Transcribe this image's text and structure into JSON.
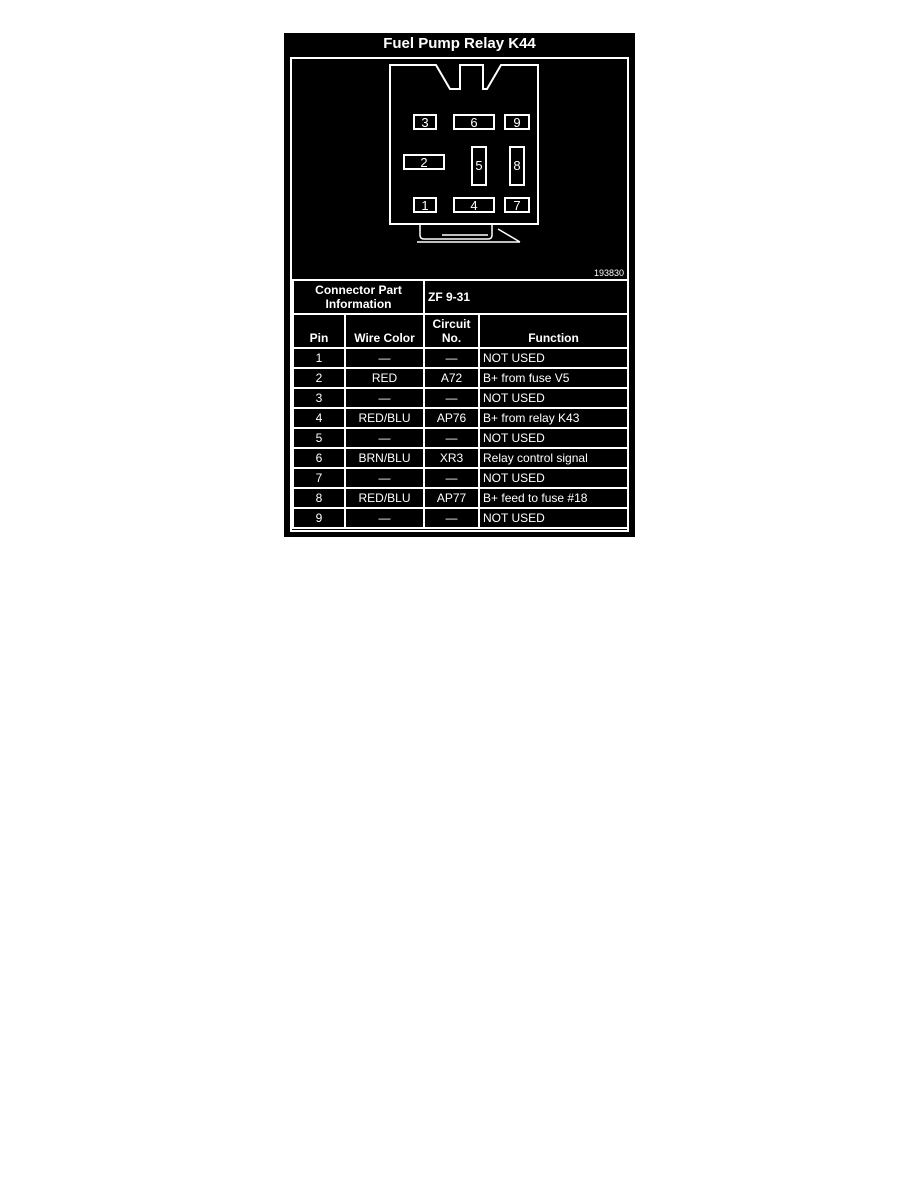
{
  "figure": {
    "title": "Fuel Pump Relay K44",
    "figure_id": "193830",
    "background_color": "#000000",
    "line_color": "#ffffff"
  },
  "connector": {
    "pins": [
      "3",
      "6",
      "9",
      "2",
      "5",
      "8",
      "1",
      "4",
      "7"
    ]
  },
  "table": {
    "part_info_label": "Connector Part Information",
    "part_number": "ZF 9-31",
    "headers": {
      "pin": "Pin",
      "wire_color": "Wire Color",
      "circuit": "Circuit No.",
      "function": "Function"
    },
    "rows": [
      {
        "pin": "1",
        "wire_color": "—",
        "circuit": "—",
        "function": "NOT USED"
      },
      {
        "pin": "2",
        "wire_color": "RED",
        "circuit": "A72",
        "function": "B+ from fuse V5"
      },
      {
        "pin": "3",
        "wire_color": "—",
        "circuit": "—",
        "function": "NOT USED"
      },
      {
        "pin": "4",
        "wire_color": "RED/BLU",
        "circuit": "AP76",
        "function": "B+ from relay K43"
      },
      {
        "pin": "5",
        "wire_color": "—",
        "circuit": "—",
        "function": "NOT USED"
      },
      {
        "pin": "6",
        "wire_color": "BRN/BLU",
        "circuit": "XR3",
        "function": "Relay control signal"
      },
      {
        "pin": "7",
        "wire_color": "—",
        "circuit": "—",
        "function": "NOT USED"
      },
      {
        "pin": "8",
        "wire_color": "RED/BLU",
        "circuit": "AP77",
        "function": "B+ feed to fuse #18"
      },
      {
        "pin": "9",
        "wire_color": "—",
        "circuit": "—",
        "function": "NOT USED"
      }
    ]
  }
}
